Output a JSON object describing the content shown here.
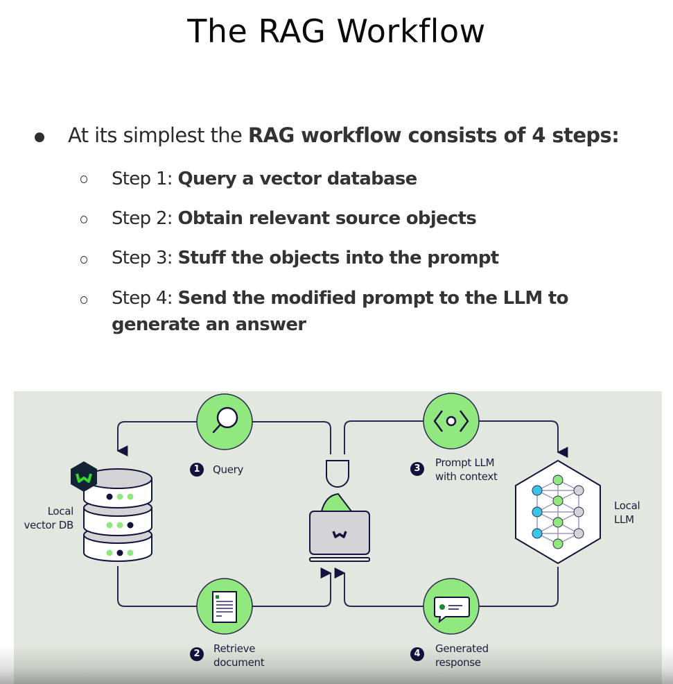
{
  "slide": {
    "title": "The RAG Workflow",
    "intro": {
      "prefix": "At its simplest the ",
      "bold": "RAG workflow consists of 4 steps:"
    },
    "steps": [
      {
        "prefix": "Step 1: ",
        "bold": "Query a vector database"
      },
      {
        "prefix": "Step 2: ",
        "bold": "Obtain relevant source objects"
      },
      {
        "prefix": "Step 3: ",
        "bold": "Stuff the objects into the prompt"
      },
      {
        "prefix": "Step 4: ",
        "bold": "Send the modified prompt to the LLM to",
        "bold_line2": "generate an answer"
      }
    ]
  },
  "diagram": {
    "colors": {
      "panel": "#e2e8df",
      "accent_green": "#90e87e",
      "navy": "#14123d",
      "cyan": "#3cc3e8",
      "grey": "#d4d4d6"
    },
    "nodes": {
      "vector_db": {
        "line1": "Local",
        "line2": "vector DB",
        "icon": "database-icon"
      },
      "user": {
        "icon": "user-laptop-icon"
      },
      "llm": {
        "line1": "Local",
        "line2": "LLM",
        "icon": "neural-network-icon"
      }
    },
    "stages": [
      {
        "number": "1",
        "line1": "Query",
        "line2": "",
        "icon": "search-icon"
      },
      {
        "number": "2",
        "line1": "Retrieve",
        "line2": "document",
        "icon": "document-icon"
      },
      {
        "number": "3",
        "line1": "Prompt LLM",
        "line2": "with context",
        "icon": "code-brackets-icon"
      },
      {
        "number": "4",
        "line1": "Generated",
        "line2": "response",
        "icon": "chat-bubble-icon"
      }
    ]
  }
}
